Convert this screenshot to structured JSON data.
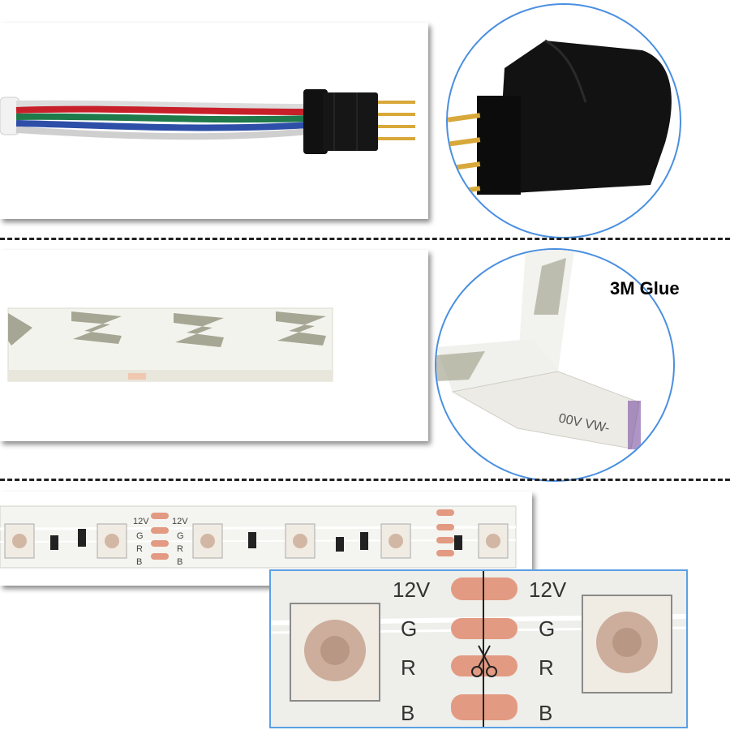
{
  "labels": {
    "glue": "3M Glue",
    "strip_small": [
      "12V",
      "G",
      "R",
      "B",
      "12V",
      "G",
      "R",
      "B"
    ],
    "zoom": {
      "left_voltage": "12V",
      "right_voltage": "12V",
      "left_letters": [
        "G",
        "R",
        "B"
      ],
      "right_letters": [
        "G",
        "R",
        "B"
      ]
    },
    "tape_print": "00V VW-"
  },
  "icons": {
    "scissors": "scissors-icon"
  },
  "colors": {
    "circle_border": "#4a8fe0",
    "zoom_border": "#5aa0e6",
    "wire_red": "#c8202a",
    "wire_green": "#1e7a4a",
    "wire_blue": "#2e4fa8",
    "connector": "#111111",
    "pin_gold": "#d8a83a",
    "copper_pad": "#e39a82",
    "led_body": "#f4f0e8",
    "liner_mark": "#9a9a88"
  }
}
